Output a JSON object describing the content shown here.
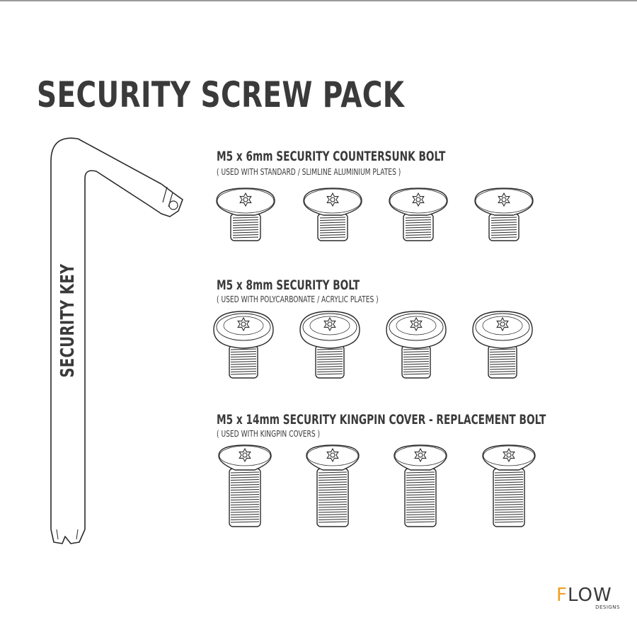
{
  "page": {
    "title": "SECURITY SCREW PACK"
  },
  "key": {
    "label": "SECURITY KEY"
  },
  "sections": [
    {
      "title": "M5 x 6mm SECURITY COUNTERSUNK BOLT",
      "note": "( USED WITH STANDARD / SLIMLINE ALUMINIUM PLATES )",
      "bolt_style": "countersunk",
      "count": 4
    },
    {
      "title": "M5 x 8mm SECURITY BOLT",
      "note": "( USED WITH POLYCARBONATE / ACRYLIC PLATES )",
      "bolt_style": "button-head",
      "count": 4
    },
    {
      "title": "M5 x 14mm SECURITY KINGPIN COVER - REPLACEMENT BOLT",
      "note": "( USED WITH KINGPIN COVERS )",
      "bolt_style": "countersunk-long",
      "count": 4
    }
  ],
  "logo": {
    "accent_letter": "F",
    "rest": "LOW",
    "sub": "DESIGNS",
    "accent_color": "#f0a020"
  },
  "colors": {
    "ink": "#3a3a3a",
    "line": "#2a2a2a",
    "background": "#ffffff"
  }
}
